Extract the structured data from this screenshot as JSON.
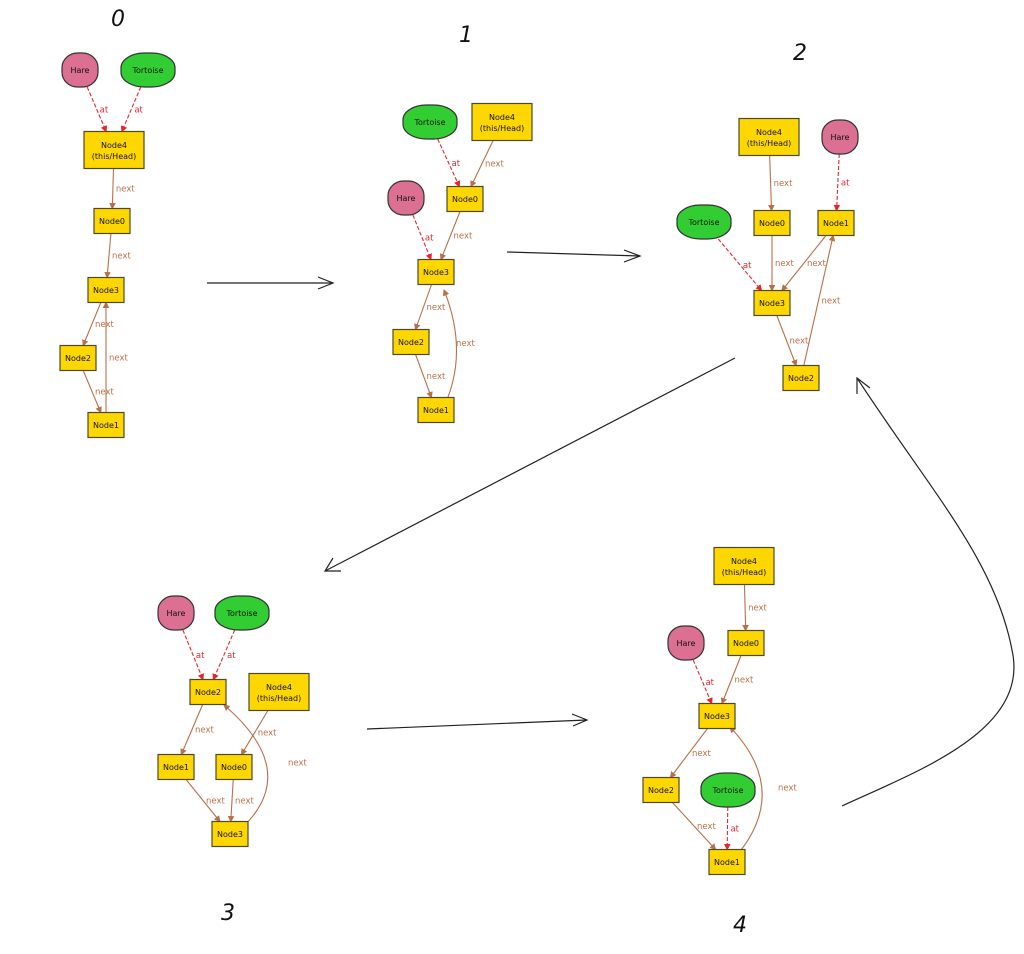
{
  "title": "Floyd cycle detection (tortoise and hare) on a linked list",
  "colors": {
    "node_fill": "#FFD700",
    "node_border": "#4a4a2a",
    "hare_fill": "#DB7093",
    "tortoise_fill": "#32CD32",
    "next_edge": "#B8704A",
    "at_edge": "#E8262A",
    "transition_arrow": "#222222"
  },
  "edge_labels": {
    "next": "next",
    "at": "at"
  },
  "steps": [
    {
      "label": "0",
      "nodes": [
        {
          "id": "hare",
          "kind": "pointer",
          "text": [
            "Hare"
          ]
        },
        {
          "id": "tortoise",
          "kind": "pointer",
          "text": [
            "Tortoise"
          ]
        },
        {
          "id": "n4",
          "kind": "node",
          "text": [
            "Node4",
            "(this/Head)"
          ]
        },
        {
          "id": "n0",
          "kind": "node",
          "text": [
            "Node0"
          ]
        },
        {
          "id": "n3",
          "kind": "node",
          "text": [
            "Node3"
          ]
        },
        {
          "id": "n2",
          "kind": "node",
          "text": [
            "Node2"
          ]
        },
        {
          "id": "n1",
          "kind": "node",
          "text": [
            "Node1"
          ]
        }
      ],
      "edges": [
        {
          "from": "hare",
          "to": "n4",
          "type": "at"
        },
        {
          "from": "tortoise",
          "to": "n4",
          "type": "at"
        },
        {
          "from": "n4",
          "to": "n0",
          "type": "next"
        },
        {
          "from": "n0",
          "to": "n3",
          "type": "next"
        },
        {
          "from": "n3",
          "to": "n2",
          "type": "next"
        },
        {
          "from": "n2",
          "to": "n1",
          "type": "next"
        },
        {
          "from": "n1",
          "to": "n3",
          "type": "next"
        }
      ]
    },
    {
      "label": "1",
      "nodes": [
        {
          "id": "tortoise",
          "kind": "pointer",
          "text": [
            "Tortoise"
          ]
        },
        {
          "id": "n4",
          "kind": "node",
          "text": [
            "Node4",
            "(this/Head)"
          ]
        },
        {
          "id": "hare",
          "kind": "pointer",
          "text": [
            "Hare"
          ]
        },
        {
          "id": "n0",
          "kind": "node",
          "text": [
            "Node0"
          ]
        },
        {
          "id": "n3",
          "kind": "node",
          "text": [
            "Node3"
          ]
        },
        {
          "id": "n2",
          "kind": "node",
          "text": [
            "Node2"
          ]
        },
        {
          "id": "n1",
          "kind": "node",
          "text": [
            "Node1"
          ]
        }
      ],
      "edges": [
        {
          "from": "tortoise",
          "to": "n0",
          "type": "at"
        },
        {
          "from": "n4",
          "to": "n0",
          "type": "next"
        },
        {
          "from": "hare",
          "to": "n3",
          "type": "at"
        },
        {
          "from": "n0",
          "to": "n3",
          "type": "next"
        },
        {
          "from": "n3",
          "to": "n2",
          "type": "next"
        },
        {
          "from": "n2",
          "to": "n1",
          "type": "next"
        },
        {
          "from": "n1",
          "to": "n3",
          "type": "next"
        }
      ]
    },
    {
      "label": "2",
      "nodes": [
        {
          "id": "n4",
          "kind": "node",
          "text": [
            "Node4",
            "(this/Head)"
          ]
        },
        {
          "id": "hare",
          "kind": "pointer",
          "text": [
            "Hare"
          ]
        },
        {
          "id": "tortoise",
          "kind": "pointer",
          "text": [
            "Tortoise"
          ]
        },
        {
          "id": "n0",
          "kind": "node",
          "text": [
            "Node0"
          ]
        },
        {
          "id": "n1",
          "kind": "node",
          "text": [
            "Node1"
          ]
        },
        {
          "id": "n3",
          "kind": "node",
          "text": [
            "Node3"
          ]
        },
        {
          "id": "n2",
          "kind": "node",
          "text": [
            "Node2"
          ]
        }
      ],
      "edges": [
        {
          "from": "n4",
          "to": "n0",
          "type": "next"
        },
        {
          "from": "hare",
          "to": "n1",
          "type": "at"
        },
        {
          "from": "tortoise",
          "to": "n3",
          "type": "at"
        },
        {
          "from": "n0",
          "to": "n3",
          "type": "next"
        },
        {
          "from": "n1",
          "to": "n3",
          "type": "next"
        },
        {
          "from": "n3",
          "to": "n2",
          "type": "next"
        },
        {
          "from": "n2",
          "to": "n1",
          "type": "next"
        }
      ]
    },
    {
      "label": "3",
      "nodes": [
        {
          "id": "hare",
          "kind": "pointer",
          "text": [
            "Hare"
          ]
        },
        {
          "id": "tortoise",
          "kind": "pointer",
          "text": [
            "Tortoise"
          ]
        },
        {
          "id": "n2",
          "kind": "node",
          "text": [
            "Node2"
          ]
        },
        {
          "id": "n4",
          "kind": "node",
          "text": [
            "Node4",
            "(this/Head)"
          ]
        },
        {
          "id": "n1",
          "kind": "node",
          "text": [
            "Node1"
          ]
        },
        {
          "id": "n0",
          "kind": "node",
          "text": [
            "Node0"
          ]
        },
        {
          "id": "n3",
          "kind": "node",
          "text": [
            "Node3"
          ]
        }
      ],
      "edges": [
        {
          "from": "hare",
          "to": "n2",
          "type": "at"
        },
        {
          "from": "tortoise",
          "to": "n2",
          "type": "at"
        },
        {
          "from": "n2",
          "to": "n1",
          "type": "next"
        },
        {
          "from": "n4",
          "to": "n0",
          "type": "next"
        },
        {
          "from": "n1",
          "to": "n3",
          "type": "next"
        },
        {
          "from": "n0",
          "to": "n3",
          "type": "next"
        },
        {
          "from": "n3",
          "to": "n2",
          "type": "next"
        }
      ]
    },
    {
      "label": "4",
      "nodes": [
        {
          "id": "n4",
          "kind": "node",
          "text": [
            "Node4",
            "(this/Head)"
          ]
        },
        {
          "id": "hare",
          "kind": "pointer",
          "text": [
            "Hare"
          ]
        },
        {
          "id": "n0",
          "kind": "node",
          "text": [
            "Node0"
          ]
        },
        {
          "id": "n3",
          "kind": "node",
          "text": [
            "Node3"
          ]
        },
        {
          "id": "n2",
          "kind": "node",
          "text": [
            "Node2"
          ]
        },
        {
          "id": "tortoise",
          "kind": "pointer",
          "text": [
            "Tortoise"
          ]
        },
        {
          "id": "n1",
          "kind": "node",
          "text": [
            "Node1"
          ]
        }
      ],
      "edges": [
        {
          "from": "n4",
          "to": "n0",
          "type": "next"
        },
        {
          "from": "hare",
          "to": "n3",
          "type": "at"
        },
        {
          "from": "n0",
          "to": "n3",
          "type": "next"
        },
        {
          "from": "n3",
          "to": "n2",
          "type": "next"
        },
        {
          "from": "n2",
          "to": "n1",
          "type": "next"
        },
        {
          "from": "tortoise",
          "to": "n1",
          "type": "at"
        },
        {
          "from": "n1",
          "to": "n3",
          "type": "next"
        }
      ]
    }
  ],
  "transitions": [
    {
      "from": "0",
      "to": "1"
    },
    {
      "from": "1",
      "to": "2"
    },
    {
      "from": "2",
      "to": "3"
    },
    {
      "from": "3",
      "to": "4"
    },
    {
      "from": "4",
      "to": "2"
    }
  ]
}
